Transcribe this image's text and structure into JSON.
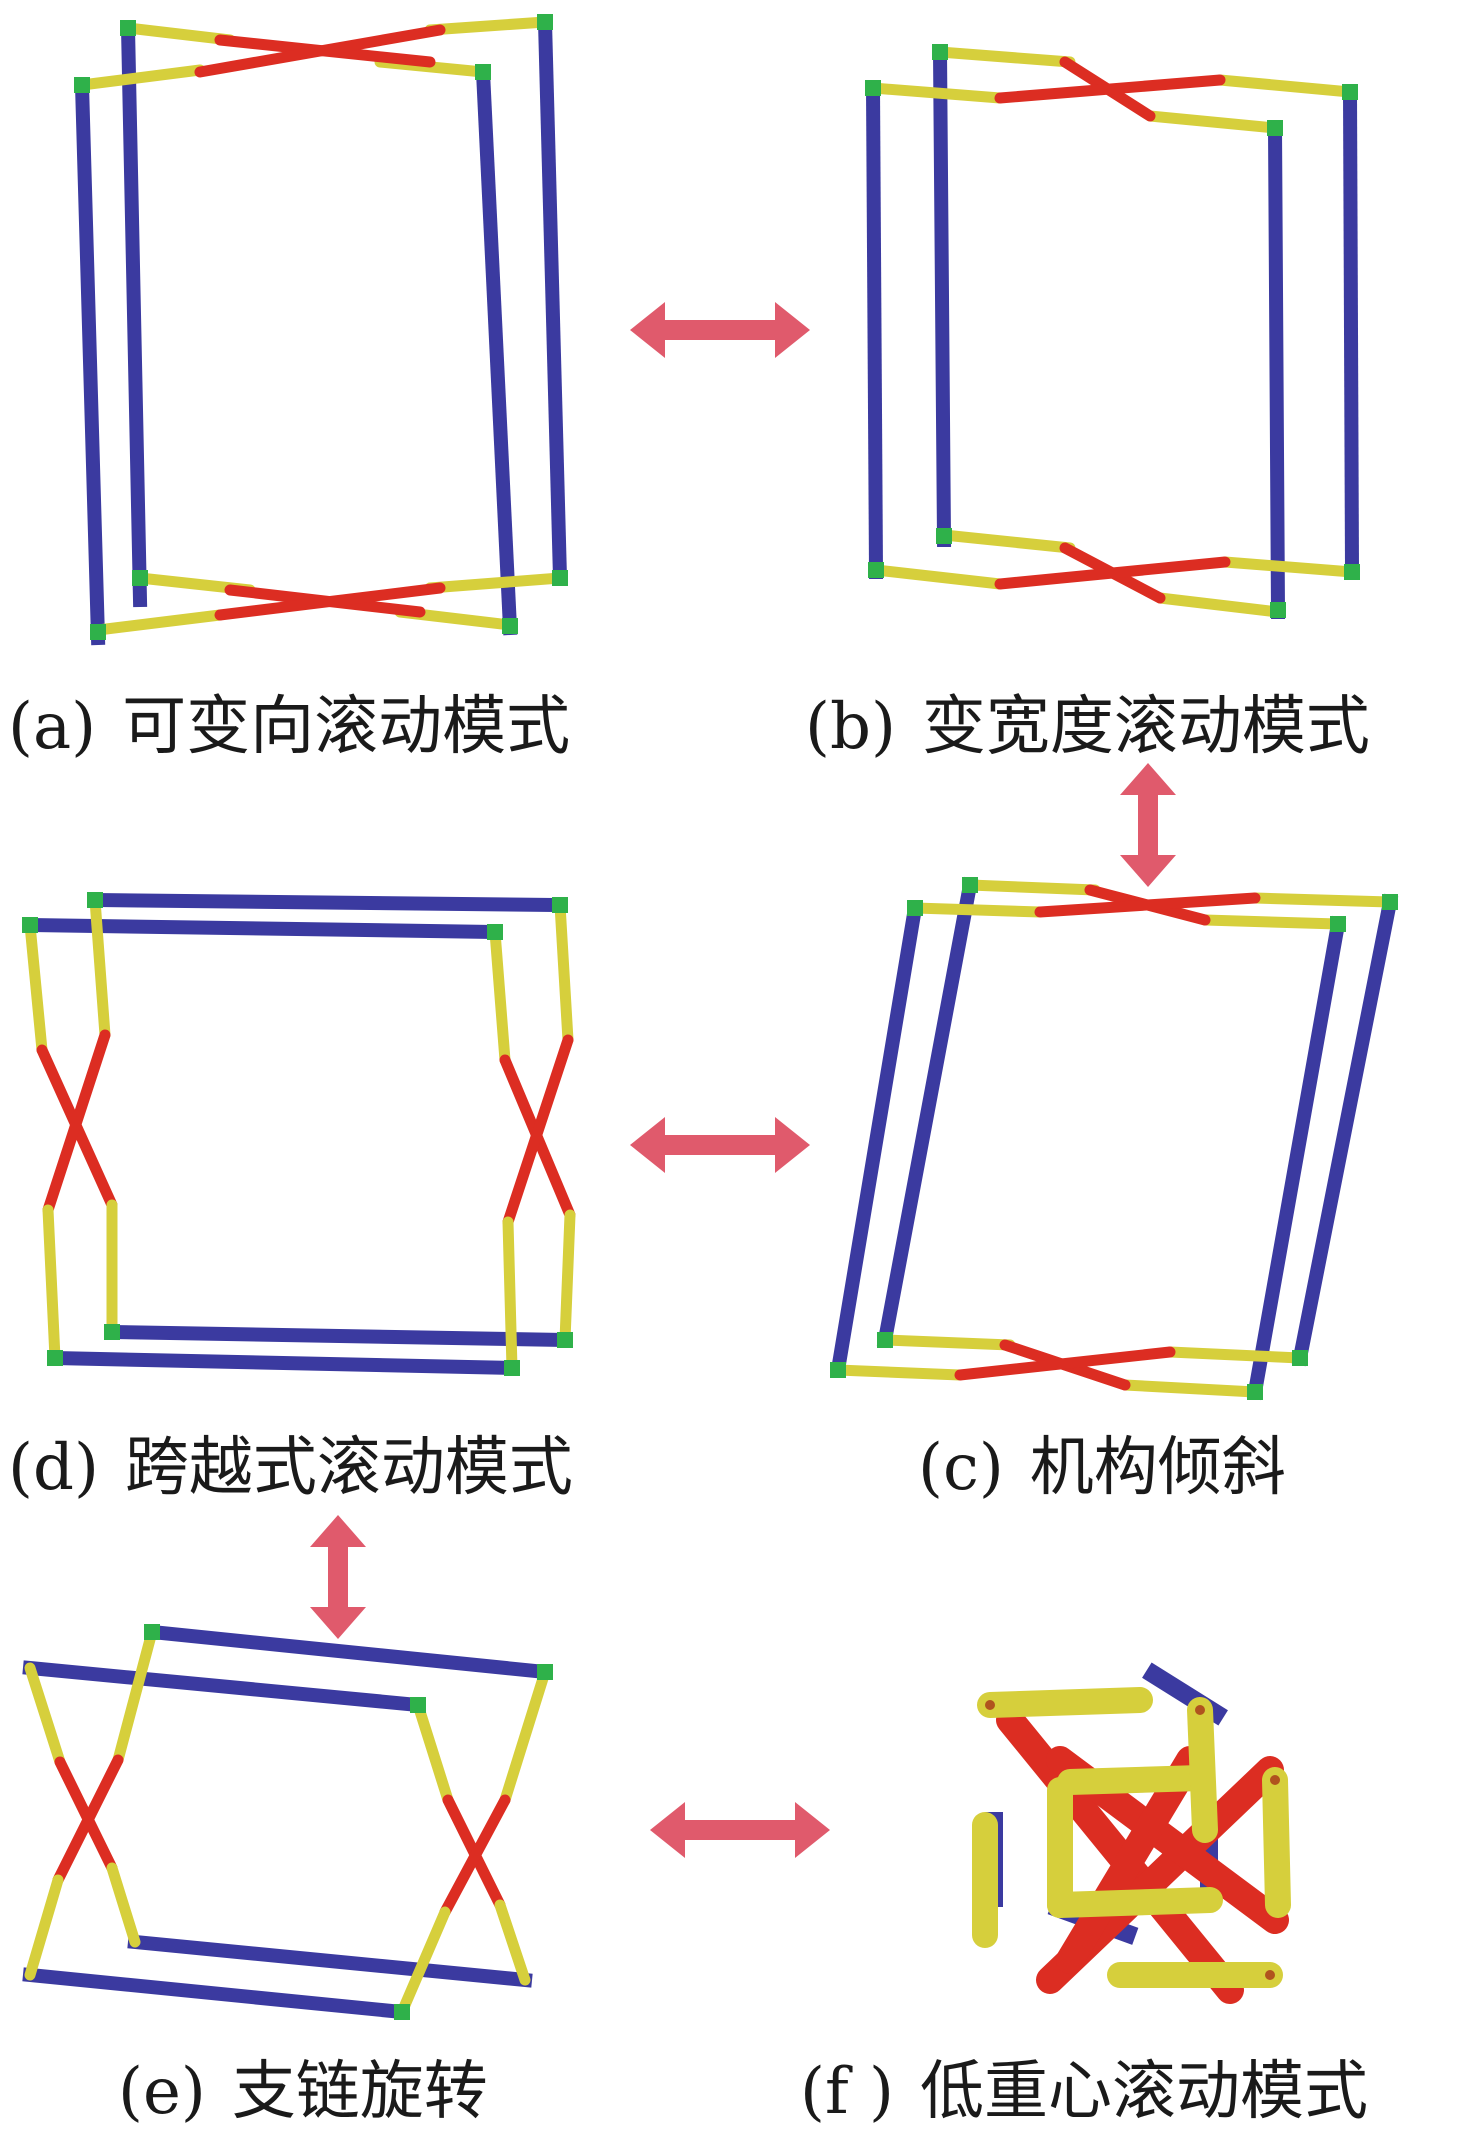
{
  "panels": [
    {
      "id": "(a)",
      "caption": "可变向滚动模式"
    },
    {
      "id": "(b)",
      "caption": "变宽度滚动模式"
    },
    {
      "id": "(c)",
      "caption": "机构倾斜"
    },
    {
      "id": "(d)",
      "caption": "跨越式滚动模式"
    },
    {
      "id": "(e)",
      "caption": "支链旋转"
    },
    {
      "id": "(f )",
      "caption": "低重心滚动模式"
    }
  ],
  "colors": {
    "frame_bar": "#3b3aa0",
    "side_link": "#d6cf3c",
    "cross_link": "#dc2d22",
    "joint": "#2fb14a",
    "arrow": "#e05a6c",
    "text": "#1a1a1a"
  }
}
